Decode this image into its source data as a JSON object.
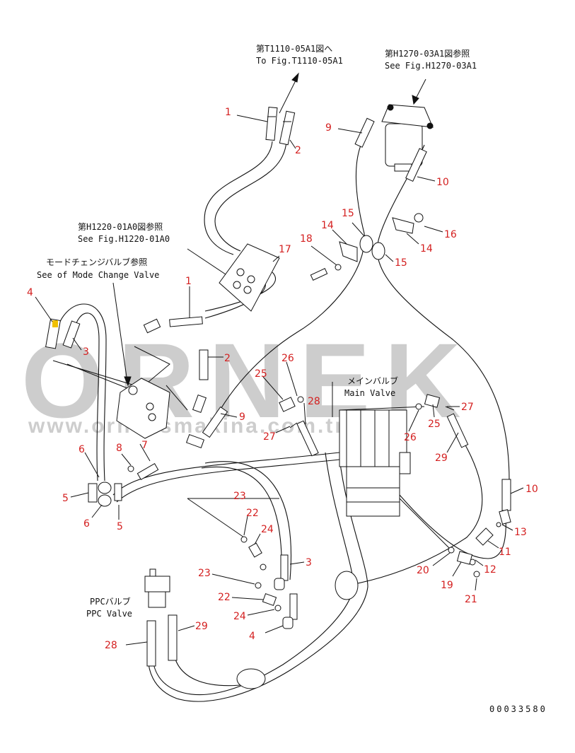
{
  "drawing_id": "00033580",
  "watermark": {
    "logo": "ORNEK",
    "url": "www.orneksmakina.com.tr"
  },
  "notes": {
    "to_fig_t1110": {
      "jp": "第T1110-05A1図へ",
      "en": "To Fig.T1110-05A1"
    },
    "see_fig_h1270": {
      "jp": "第H1270-03A1図参照",
      "en": "See Fig.H1270-03A1"
    },
    "see_fig_h1220": {
      "jp": "第H1220-01A0図参照",
      "en": "See Fig.H1220-01A0"
    },
    "mode_change_valve": {
      "jp": "モードチェンジバルブ参照",
      "en": "See of Mode Change Valve"
    },
    "main_valve": {
      "jp": "メインバルブ",
      "en": "Main Valve"
    },
    "ppc_valve": {
      "jp": "PPCバルブ",
      "en": "PPC Valve"
    }
  },
  "callouts": [
    "1",
    "2",
    "9",
    "10",
    "15",
    "14",
    "16",
    "18",
    "17",
    "14",
    "15",
    "4",
    "3",
    "1",
    "2",
    "26",
    "25",
    "28",
    "9",
    "27",
    "6",
    "8",
    "7",
    "5",
    "6",
    "5",
    "23",
    "22",
    "24",
    "23",
    "22",
    "24",
    "3",
    "4",
    "25",
    "26",
    "27",
    "29",
    "10",
    "13",
    "11",
    "12",
    "20",
    "19",
    "21",
    "28",
    "29"
  ],
  "colors": {
    "callout": "#d42020",
    "line": "#111111",
    "watermark": "#c8c8c8",
    "marker": "#f0c000"
  }
}
